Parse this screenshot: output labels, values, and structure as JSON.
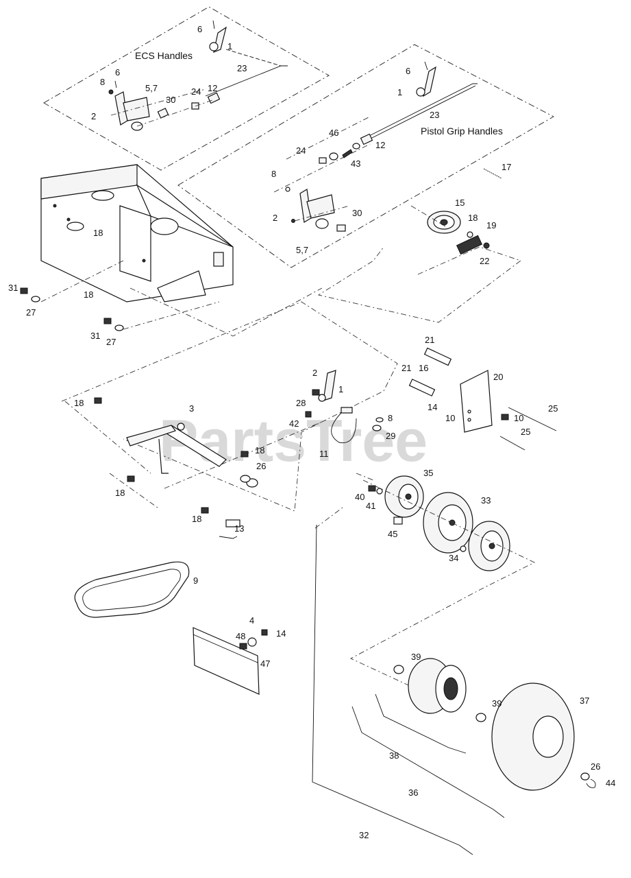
{
  "watermark": "PartsTree",
  "titles": {
    "ecs": "ECS Handles",
    "pistol": "Pistol Grip Handles"
  },
  "callouts": {
    "c_6a": "6",
    "c_1a": "1",
    "c_23a": "23",
    "c_8a": "8",
    "c_6b": "6",
    "c_57a": "5,7",
    "c_2a": "2",
    "c_30a": "30",
    "c_24a": "24",
    "c_12a": "12",
    "c_6c": "6",
    "c_1b": "1",
    "c_23b": "23",
    "c_46": "46",
    "c_12b": "12",
    "c_24b": "24",
    "c_43": "43",
    "c_17": "17",
    "c_8b": "8",
    "c_15": "15",
    "c_30b": "30",
    "c_2b": "2",
    "c_18a": "18",
    "c_19": "19",
    "c_22": "22",
    "c_57b": "5,7",
    "c_18b": "18",
    "c_18c": "18",
    "c_31a": "31",
    "c_27a": "27",
    "c_31b": "31",
    "c_27b": "27",
    "c_21a": "21",
    "c_21b": "21",
    "c_16": "16",
    "c_20": "20",
    "c_14a": "14",
    "c_10a": "10",
    "c_10b": "10",
    "c_25a": "25",
    "c_25b": "25",
    "c_2c": "2",
    "c_1c": "1",
    "c_28": "28",
    "c_8c": "8",
    "c_42": "42",
    "c_29": "29",
    "c_11": "11",
    "c_18d": "18",
    "c_3": "3",
    "c_18e": "18",
    "c_26a": "26",
    "c_18f": "18",
    "c_18g": "18",
    "c_13": "13",
    "c_35": "35",
    "c_40": "40",
    "c_41": "41",
    "c_33": "33",
    "c_45": "45",
    "c_34": "34",
    "c_9": "9",
    "c_4": "4",
    "c_48": "48",
    "c_14b": "14",
    "c_47": "47",
    "c_39a": "39",
    "c_39b": "39",
    "c_37": "37",
    "c_38": "38",
    "c_26b": "26",
    "c_44": "44",
    "c_36": "36",
    "c_32": "32"
  }
}
